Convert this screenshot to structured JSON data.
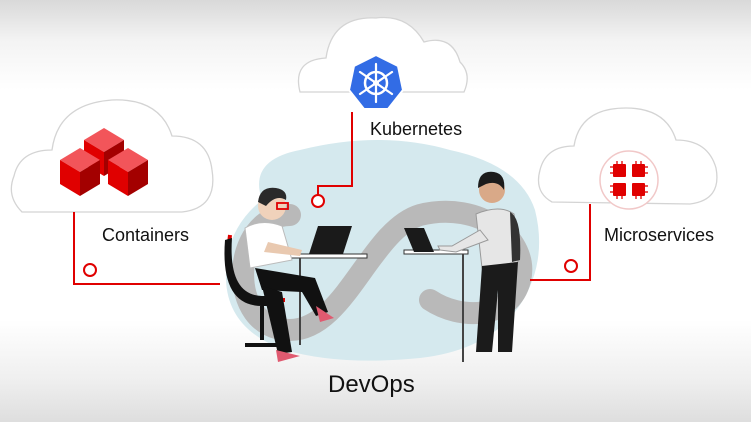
{
  "diagram": {
    "center_label": "DevOps",
    "nodes": {
      "containers": {
        "label": "Containers",
        "icon": "container-cubes-icon"
      },
      "kubernetes": {
        "label": "Kubernetes",
        "icon": "kubernetes-helm-icon"
      },
      "microservices": {
        "label": "Microservices",
        "icon": "microservices-chips-icon"
      }
    },
    "colors": {
      "accent_red": "#e00000",
      "kubernetes_blue": "#326ce5",
      "cloud_outline": "#d4d4d4",
      "center_blob": "#d5e9ee",
      "infinity_loop": "#b9b9b9"
    }
  }
}
